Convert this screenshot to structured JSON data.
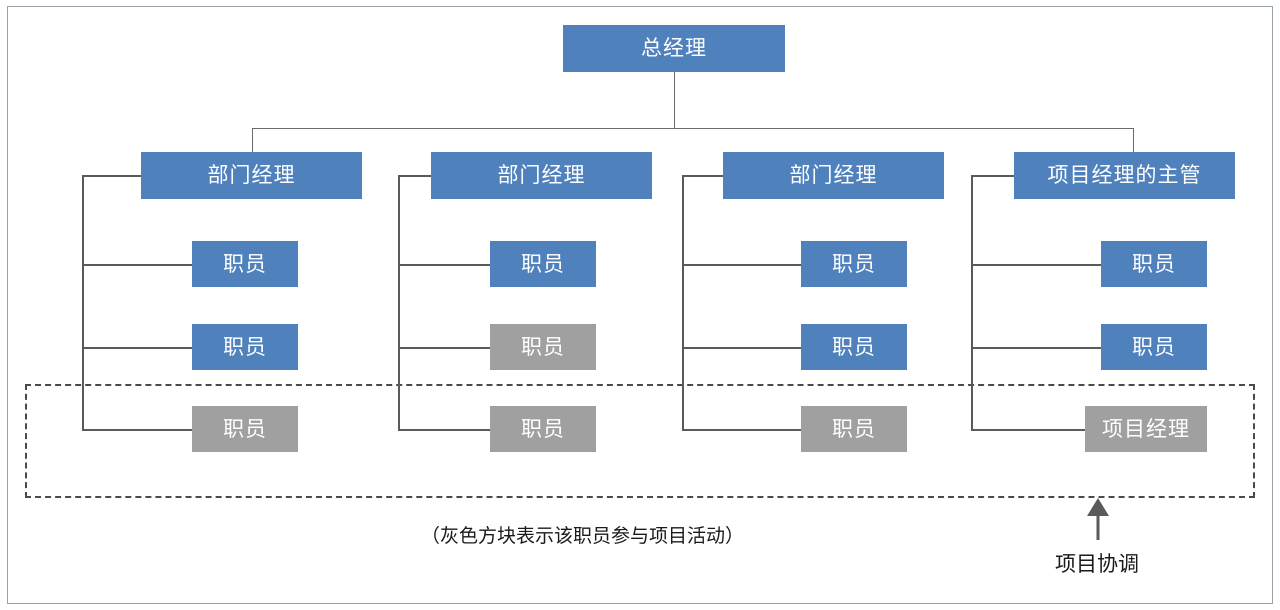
{
  "diagram": {
    "type": "organization-chart",
    "title_node": {
      "label": "总经理"
    },
    "colors": {
      "node_blue": "#4F81BD",
      "node_gray": "#A0A0A0",
      "connector": "#5a5a5a",
      "dashed_border": "#4a4a4a",
      "text_on_node": "#FFFFFF",
      "caption_text": "#1A1A1A"
    },
    "columns": [
      {
        "manager": {
          "label": "部门经理",
          "color": "blue"
        },
        "members": [
          {
            "label": "职员",
            "color": "blue"
          },
          {
            "label": "职员",
            "color": "blue"
          },
          {
            "label": "职员",
            "color": "gray"
          }
        ]
      },
      {
        "manager": {
          "label": "部门经理",
          "color": "blue"
        },
        "members": [
          {
            "label": "职员",
            "color": "blue"
          },
          {
            "label": "职员",
            "color": "gray"
          },
          {
            "label": "职员",
            "color": "gray"
          }
        ]
      },
      {
        "manager": {
          "label": "部门经理",
          "color": "blue"
        },
        "members": [
          {
            "label": "职员",
            "color": "blue"
          },
          {
            "label": "职员",
            "color": "blue"
          },
          {
            "label": "职员",
            "color": "gray"
          }
        ]
      },
      {
        "manager": {
          "label": "项目经理的主管",
          "color": "blue"
        },
        "members": [
          {
            "label": "职员",
            "color": "blue"
          },
          {
            "label": "职员",
            "color": "blue"
          },
          {
            "label": "项目经理",
            "color": "gray"
          }
        ]
      }
    ],
    "caption": "（灰色方块表示该职员参与项目活动）",
    "annotation": {
      "label": "项目协调",
      "icon": "arrow-up-icon"
    }
  }
}
